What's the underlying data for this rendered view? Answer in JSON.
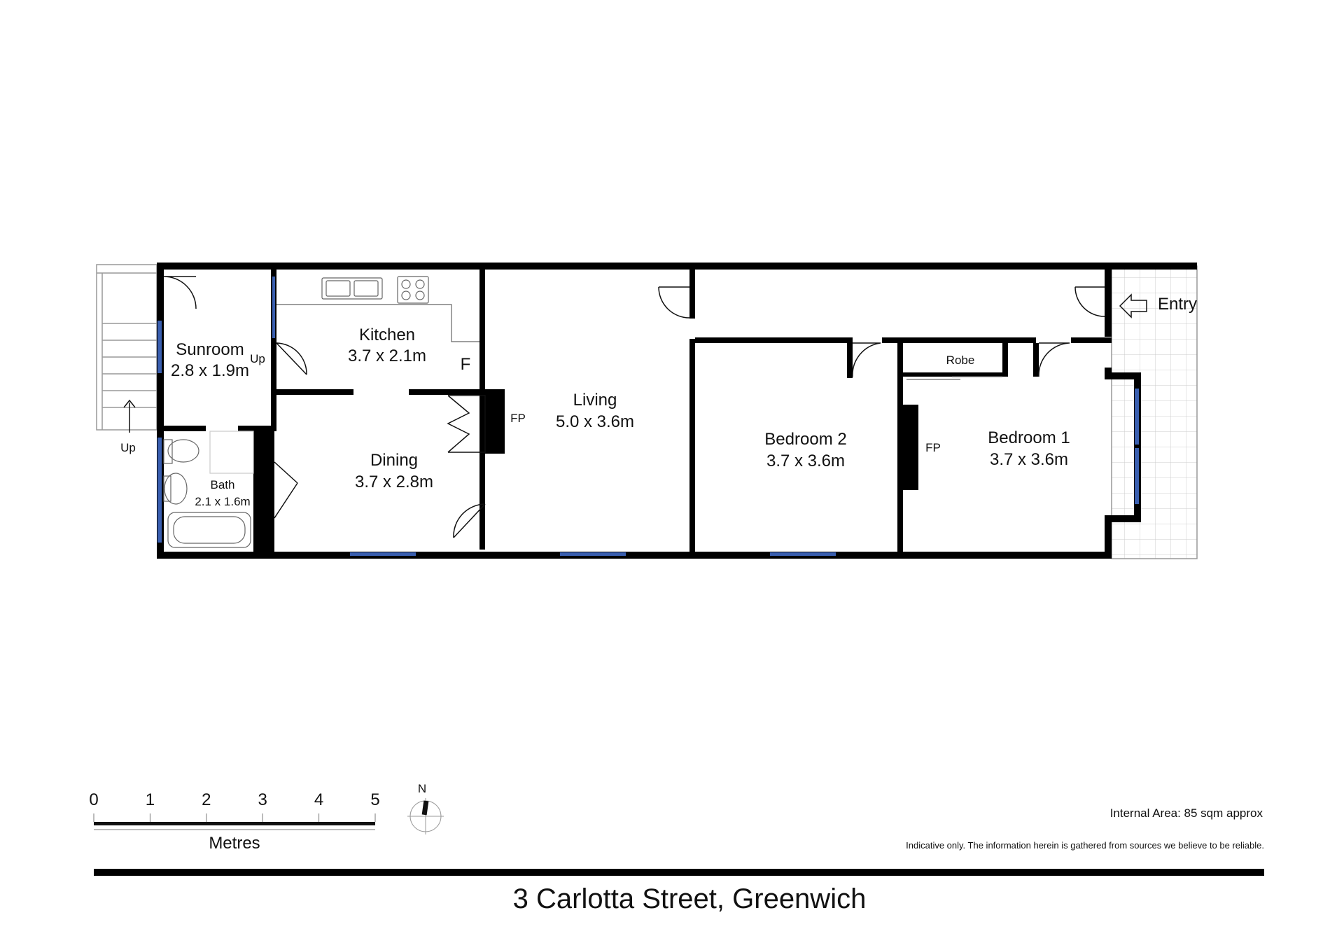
{
  "rooms": {
    "sunroom": {
      "name": "Sunroom",
      "dims": "2.8 x 1.9m"
    },
    "kitchen": {
      "name": "Kitchen",
      "dims": "3.7 x 2.1m"
    },
    "dining": {
      "name": "Dining",
      "dims": "3.7 x 2.8m"
    },
    "living": {
      "name": "Living",
      "dims": "5.0 x 3.6m"
    },
    "bedroom2": {
      "name": "Bedroom 2",
      "dims": "3.7 x 3.6m"
    },
    "bedroom1": {
      "name": "Bedroom 1",
      "dims": "3.7 x 3.6m"
    },
    "bath": {
      "name": "Bath",
      "dims": "2.1 x 1.6m"
    },
    "robe": {
      "name": "Robe"
    }
  },
  "labels": {
    "up": "Up",
    "fridge": "F",
    "fireplace": "FP",
    "entry": "Entry"
  },
  "scale_bar": {
    "ticks": [
      "0",
      "1",
      "2",
      "3",
      "4",
      "5"
    ],
    "unit": "Metres"
  },
  "compass": {
    "north": "N"
  },
  "footer": {
    "internal_area": "Internal Area: 85 sqm approx",
    "disclaimer": "Indicative only. The information herein is gathered from sources we believe to be reliable.",
    "address": "3 Carlotta Street, Greenwich"
  },
  "colors": {
    "wall": "#000000",
    "window": "#3a5fb0",
    "hatch": "#bbbbbb"
  }
}
